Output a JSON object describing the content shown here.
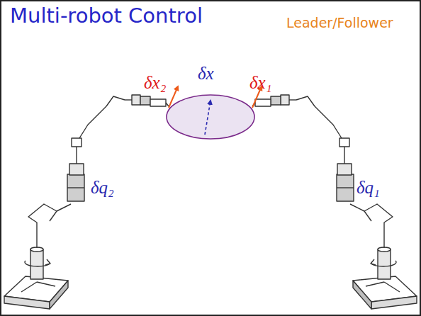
{
  "diagram": {
    "title": "Multi-robot Control",
    "labels": [
      "Leader/Follower",
      "δx₂",
      "δx",
      "δx₁",
      "δq₂",
      "δq₁"
    ]
  }
}
